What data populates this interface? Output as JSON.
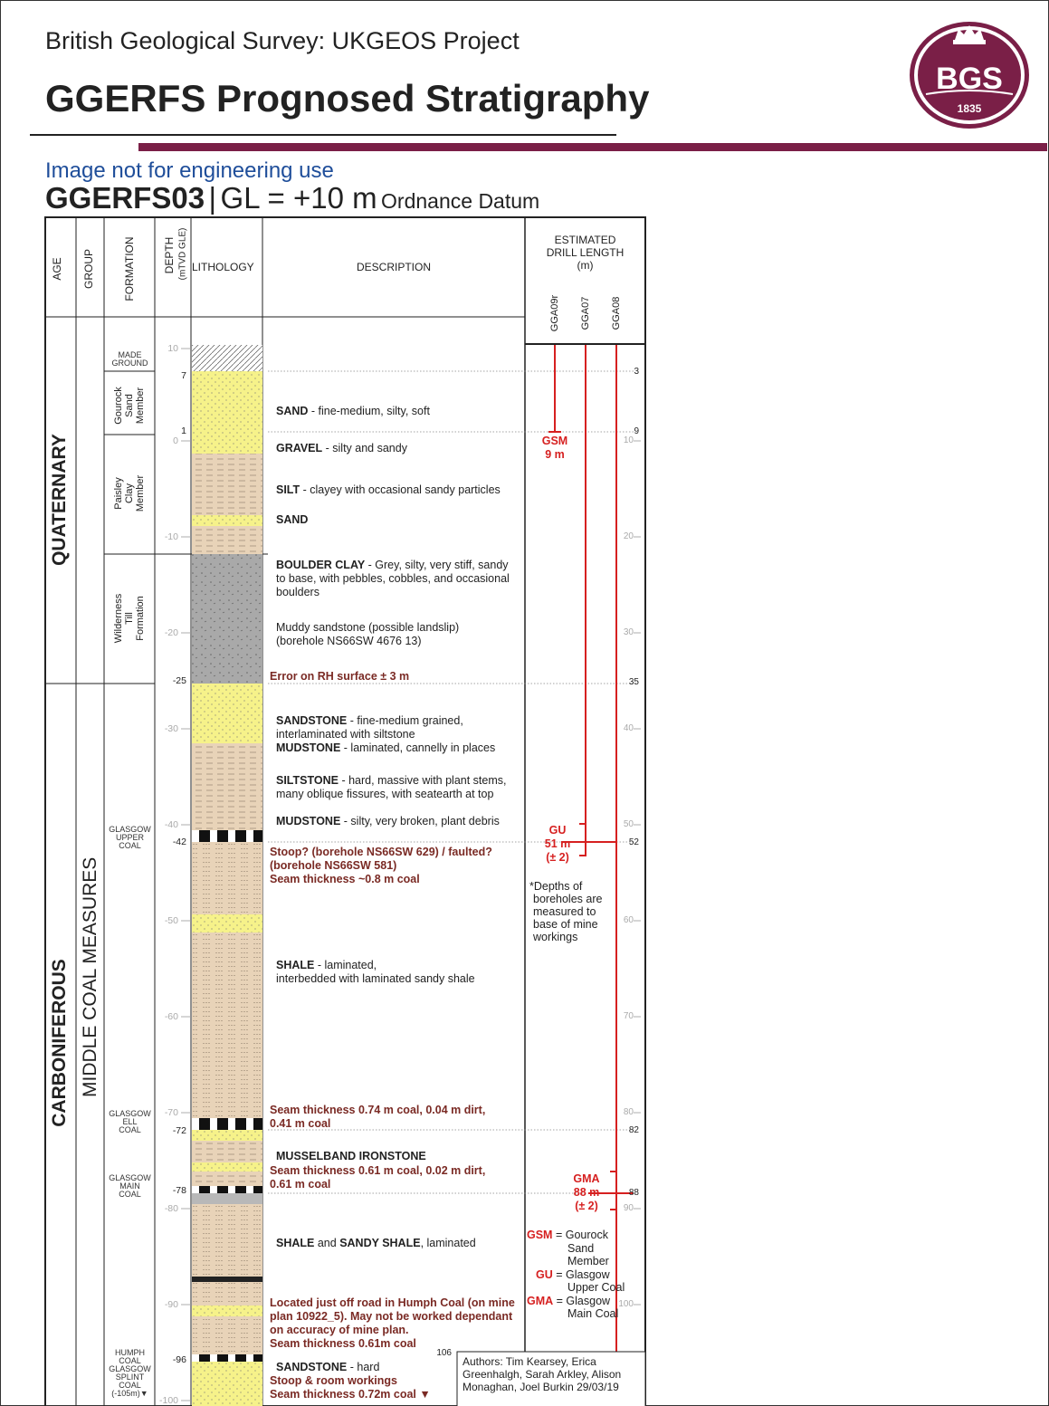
{
  "header": {
    "subtitle": "British Geological Survey: UKGEOS Project",
    "title": "GGERFS Prognosed Stratigraphy",
    "logo_text": "BGS",
    "logo_year": "1835"
  },
  "notice": "Image not for engineering use",
  "borehole": {
    "id": "GGERFS03",
    "separator": "|",
    "gl": "GL = +10 m",
    "datum": "Ordnance Datum"
  },
  "columns": {
    "age": "AGE",
    "group": "GROUP",
    "formation": "FORMATION",
    "depth": "DEPTH",
    "depth_unit": "(mTVD GLE)",
    "lithology": "LITHOLOGY",
    "description": "DESCRIPTION",
    "drill_title": "ESTIMATED DRILL LENGTH (m)",
    "drill_l1": "ESTIMATED",
    "drill_l2": "DRILL LENGTH",
    "drill_l3": "(m)",
    "wells": [
      "GGA09r",
      "GGA07",
      "GGA08"
    ]
  },
  "ages": {
    "quaternary": "QUATERNARY",
    "carboniferous": "CARBONIFEROUS"
  },
  "group": "MIDDLE COAL MEASURES",
  "formations": {
    "made_ground": [
      "MADE",
      "GROUND"
    ],
    "gourock": [
      "Gourock",
      "Sand",
      "Member"
    ],
    "paisley": [
      "Paisley",
      "Clay",
      "Member"
    ],
    "wilderness": [
      "Wilderness",
      "Till",
      "Formation"
    ],
    "glasgow_upper": [
      "GLASGOW",
      "UPPER",
      "COAL"
    ],
    "glasgow_ell": [
      "GLASGOW",
      "ELL",
      "COAL"
    ],
    "glasgow_main": [
      "GLASGOW",
      "MAIN",
      "COAL"
    ],
    "humph": [
      "HUMPH",
      "COAL",
      "GLASGOW",
      "SPLINT",
      "COAL",
      "(-105m)▼"
    ]
  },
  "depth_ticks": [
    "10",
    "0",
    "-10",
    "-20",
    "-30",
    "-40",
    "-50",
    "-60",
    "-70",
    "-80",
    "-90",
    "-100"
  ],
  "depth_markers": [
    "7",
    "1",
    "-25",
    "-42",
    "-72",
    "-78",
    "-96"
  ],
  "drill_ticks_right": [
    "3",
    "9",
    "10",
    "20",
    "30",
    "35",
    "40",
    "50",
    "52",
    "60",
    "70",
    "80",
    "82",
    "88",
    "90",
    "100"
  ],
  "drill_end": "106",
  "descriptions": {
    "sand1_b": "SAND",
    "sand1_t": " - fine-medium, silty, soft",
    "gravel_b": "GRAVEL",
    "gravel_t": " - silty and sandy",
    "silt_b": "SILT",
    "silt_t": " - clayey with occasional sandy particles",
    "sand2_b": "SAND",
    "boulder_b": "BOULDER CLAY",
    "boulder_t1": " - Grey, silty, very stiff, sandy",
    "boulder_t2": "to base, with pebbles, cobbles, and occasional",
    "boulder_t3": "boulders",
    "muddy1": "Muddy sandstone (possible landslip)",
    "muddy2": "(borehole NS66SW 4676 13)",
    "error": "Error on RH surface ± 3 m",
    "sst_b": "SANDSTONE",
    "sst_t1": " - fine-medium grained,",
    "sst_t2": "interlaminated with siltstone",
    "mud1_b": "MUDSTONE",
    "mud1_t": " - laminated, cannelly in places",
    "silt2_b": "SILTSTONE",
    "silt2_t1": " - hard, massive with plant stems,",
    "silt2_t2": "many oblique fissures, with seatearth at top",
    "mud2_b": "MUDSTONE",
    "mud2_t": " - silty, very broken, plant debris",
    "stoop1": "Stoop? (borehole NS66SW 629) / faulted?",
    "stoop2": "(borehole NS66SW 581)",
    "stoop3": "Seam thickness ~0.8 m coal",
    "shale_b": "SHALE",
    "shale_t1": " - laminated,",
    "shale_t2": "interbedded with laminated sandy shale",
    "ell1": "Seam thickness 0.74 m coal, 0.04 m dirt,",
    "ell2": "0.41 m coal",
    "iron_b": "MUSSELBAND IRONSTONE",
    "main1": "Seam thickness 0.61 m coal, 0.02 m dirt,",
    "main2": "0.61 m coal",
    "shale2_b1": "SHALE",
    "shale2_t1": " and ",
    "shale2_b2": "SANDY SHALE",
    "shale2_t2": ", laminated",
    "humph1": "Located just off road in Humph Coal (on mine",
    "humph2": "plan 10922_5). May not be worked dependant",
    "humph3": "on accuracy of mine plan.",
    "humph4": "Seam thickness 0.61m coal",
    "sst2_b": "SANDSTONE",
    "sst2_t": " - hard",
    "stoop_room": "Stoop & room workings",
    "splint": "Seam thickness 0.72m coal ▼"
  },
  "drill_labels": {
    "gsm_1": "GSM",
    "gsm_2": "9 m",
    "gu_1": "GU",
    "gu_2": "51 m",
    "gu_3": "(± 2)",
    "gma_1": "GMA",
    "gma_2": "88 m",
    "gma_3": "(± 2)"
  },
  "footnote": [
    "*Depths of",
    "boreholes are",
    "measured to",
    "base of mine",
    "workings"
  ],
  "legend": [
    {
      "abbr": "GSM",
      "lines": [
        "= Gourock",
        "Sand",
        "Member"
      ]
    },
    {
      "abbr": "GU",
      "lines": [
        "= Glasgow",
        "Upper Coal"
      ]
    },
    {
      "abbr": "GMA",
      "lines": [
        "= Glasgow",
        "Main Coal"
      ]
    }
  ],
  "authors": [
    "Authors: Tim Kearsey, Erica",
    "Greenhalgh, Sarah Arkley, Alison",
    "Monaghan, Joel Burkin   29/03/19"
  ],
  "colors": {
    "brand": "#7a1f47",
    "red": "#d62020",
    "sand": "#f6f28a",
    "clay": "#e8d3b8",
    "till": "#a9a9a9",
    "desc_red": "#7a2a24",
    "note_blue": "#1f4e9a"
  }
}
